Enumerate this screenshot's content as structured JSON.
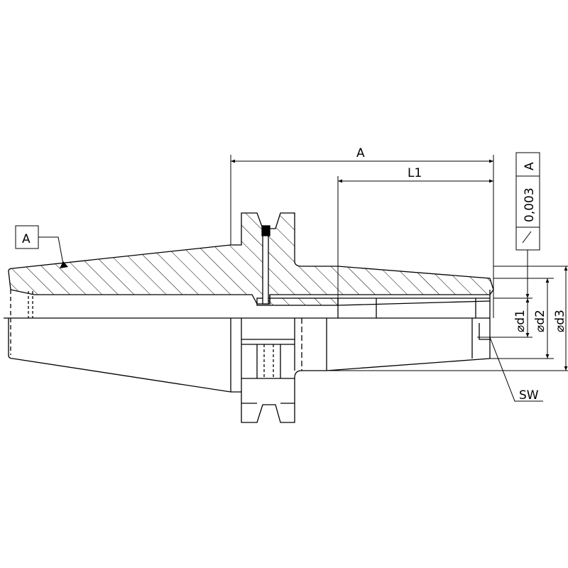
{
  "drawing": {
    "datum_label": "A",
    "dim_a_label": "A",
    "dim_l1_label": "L1",
    "tolerance": {
      "symbol": "runout",
      "value": "0,003",
      "datum": "A"
    },
    "diameter_labels": [
      "⌀d1",
      "⌀d2",
      "⌀d3"
    ],
    "sw_label": "SW",
    "line_color": "#000000",
    "seal_color": "#000000"
  }
}
